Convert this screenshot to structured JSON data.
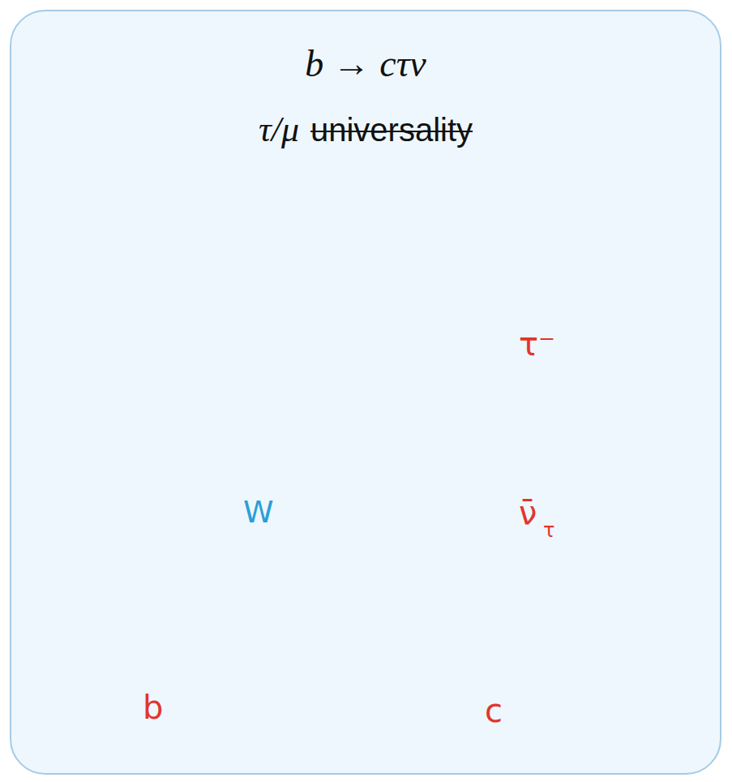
{
  "diagram": {
    "nodes": [
      {
        "text": [
          "b → cτν",
          "τ/μ",
          "universality"
        ]
      }
    ],
    "labels": [
      "b",
      "c",
      "W",
      "τ⁻",
      "ν̄",
      "τ"
    ]
  }
}
